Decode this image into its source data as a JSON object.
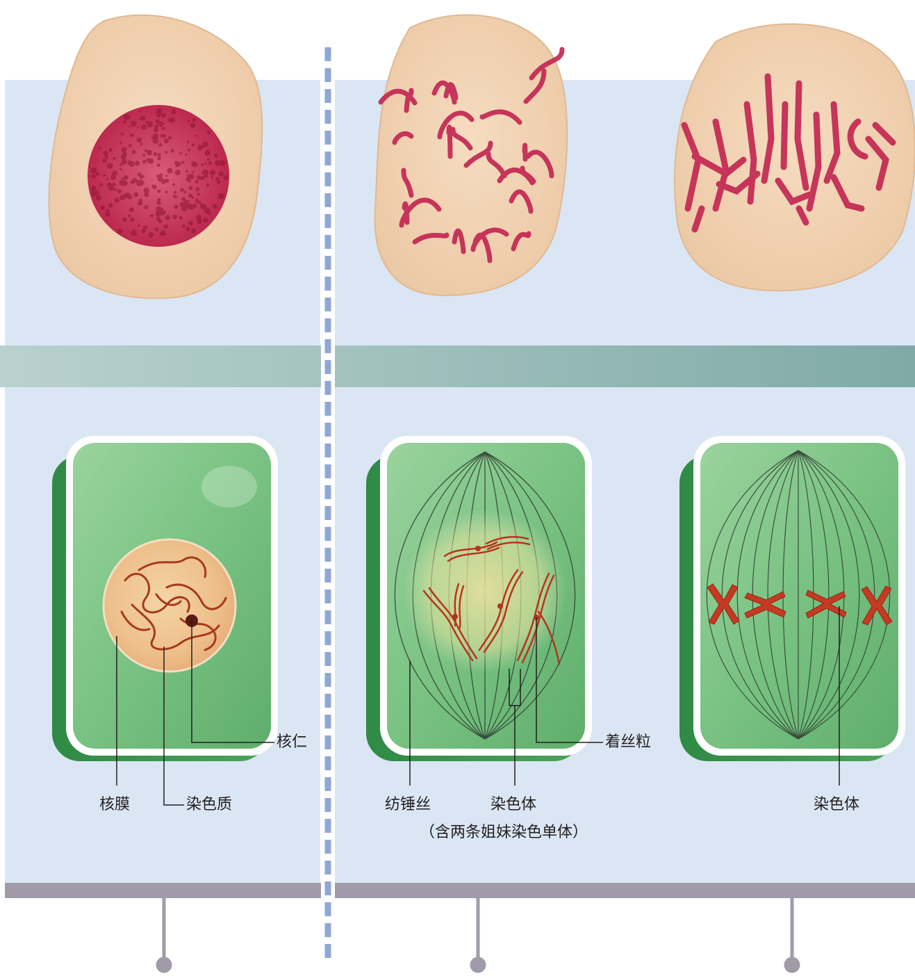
{
  "colors": {
    "panel_bg": "#dbe6f4",
    "band_start": "#b9d1cf",
    "band_end": "#7faaa6",
    "divider": "#8fa7d6",
    "bottom_bar": "#a19ba9",
    "micrograph_cell": "#f1d3b5",
    "micrograph_stain": "#c0244d",
    "plant_cell_green": "#6dbf7c",
    "nucleus": "#f0c99a",
    "chromosome": "#b6341f",
    "spindle": "#2e3b30"
  },
  "icons": {
    "stage_marker": "circle-pin"
  },
  "labels": {
    "nuclear_membrane": "核膜",
    "chromatin": "染色质",
    "nucleolus": "核仁",
    "spindle_fiber": "纺锤丝",
    "chromosome_mid": "染色体",
    "sister_chromatids_note": "（含两条姐妹染色单体）",
    "centromere": "着丝粒",
    "chromosome_right": "染色体"
  }
}
